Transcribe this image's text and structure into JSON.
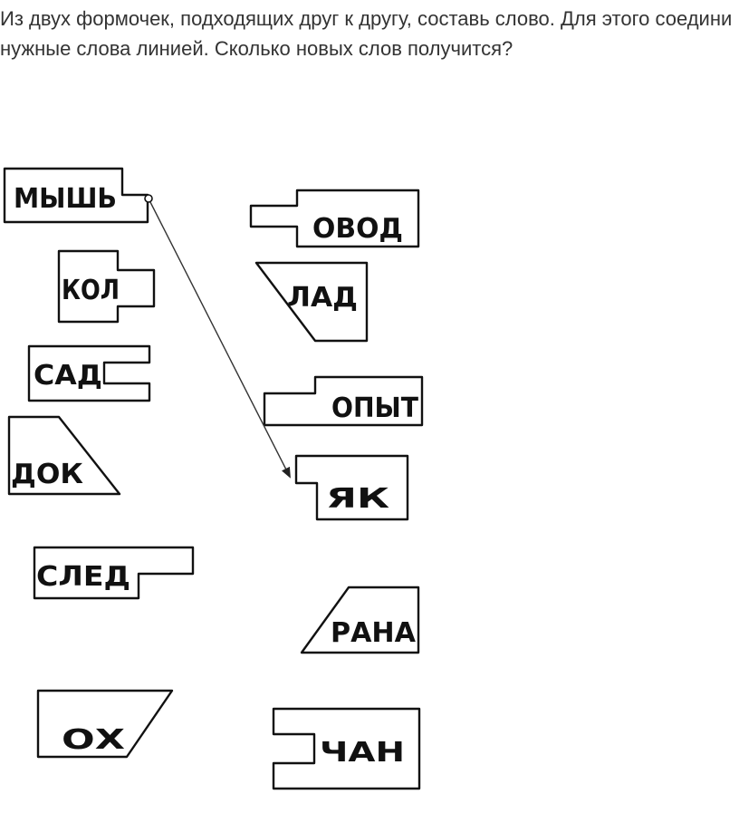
{
  "task_text": "Из двух формочек, подходящих друг к другу, составь слово. Для этого соедини нужные слова линией. Сколько новых слов получится?",
  "left_words": [
    "МЫШЬ",
    "КОЛ",
    "САД",
    "ДОК",
    "СЛЕД",
    "ОХ"
  ],
  "right_words": [
    "ОВОД",
    "ЛАД",
    "ОПЫТ",
    "ЯК",
    "РАНА",
    "ЧАН"
  ],
  "example_connection": {
    "from": "МЫШЬ",
    "to": "ЯК"
  }
}
